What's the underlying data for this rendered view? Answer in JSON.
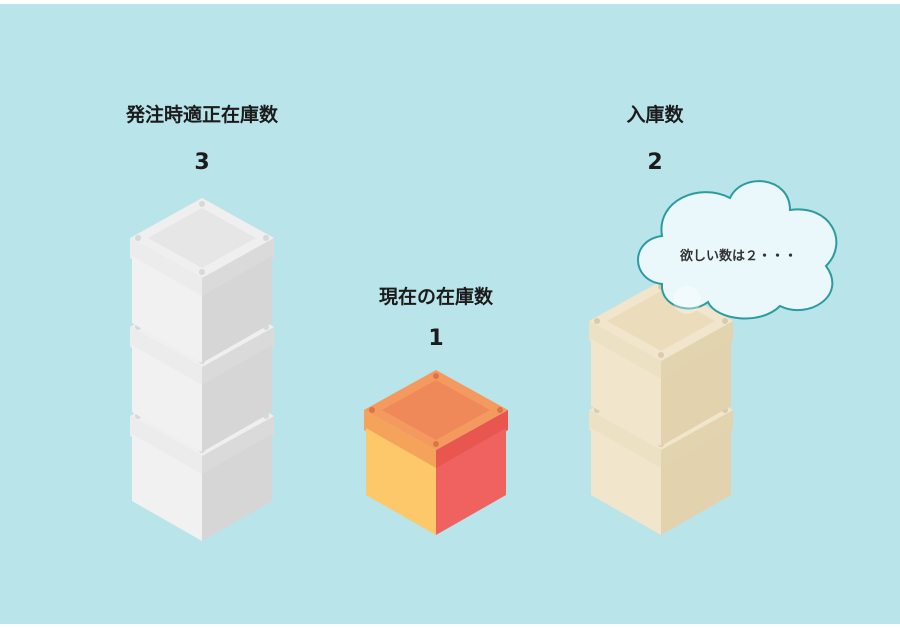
{
  "columns": [
    {
      "title": "発注時適正在庫数",
      "count": 3,
      "count_label": "3",
      "color": "white"
    },
    {
      "title": "現在の在庫数",
      "count": 1,
      "count_label": "1",
      "color": "orange"
    },
    {
      "title": "入庫数",
      "count": 2,
      "count_label": "2",
      "color": "beige"
    }
  ],
  "bubble": {
    "text": "欲しい数は２・・・"
  },
  "colors": {
    "background": "#b9e4ea",
    "white_box": "#f0f0f0",
    "orange_box_top": "#f4955f",
    "orange_box_left": "#fdc86a",
    "orange_box_right": "#ef6260",
    "beige_box": "#efe3c8",
    "bubble_fill": "#eaf7fb",
    "bubble_stroke": "#2a9ca0"
  }
}
